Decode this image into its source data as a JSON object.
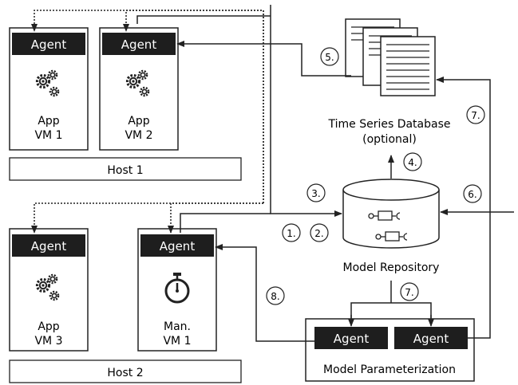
{
  "agent_label": "Agent",
  "vms": [
    {
      "app": "App",
      "name": "VM 1",
      "icon": "gears-icon"
    },
    {
      "app": "App",
      "name": "VM 2",
      "icon": "gears-icon"
    },
    {
      "app": "App",
      "name": "VM 3",
      "icon": "gears-icon"
    },
    {
      "app": "Man.",
      "name": "VM 1",
      "icon": "stopwatch-icon"
    }
  ],
  "hosts": [
    "Host 1",
    "Host 2"
  ],
  "database": {
    "line1": "Time Series Database",
    "line2": "(optional)"
  },
  "repository": "Model Repository",
  "parameterization": "Model Parameterization",
  "steps": [
    "1.",
    "2.",
    "3.",
    "4.",
    "5.",
    "6.",
    "7.",
    "7.",
    "8."
  ]
}
